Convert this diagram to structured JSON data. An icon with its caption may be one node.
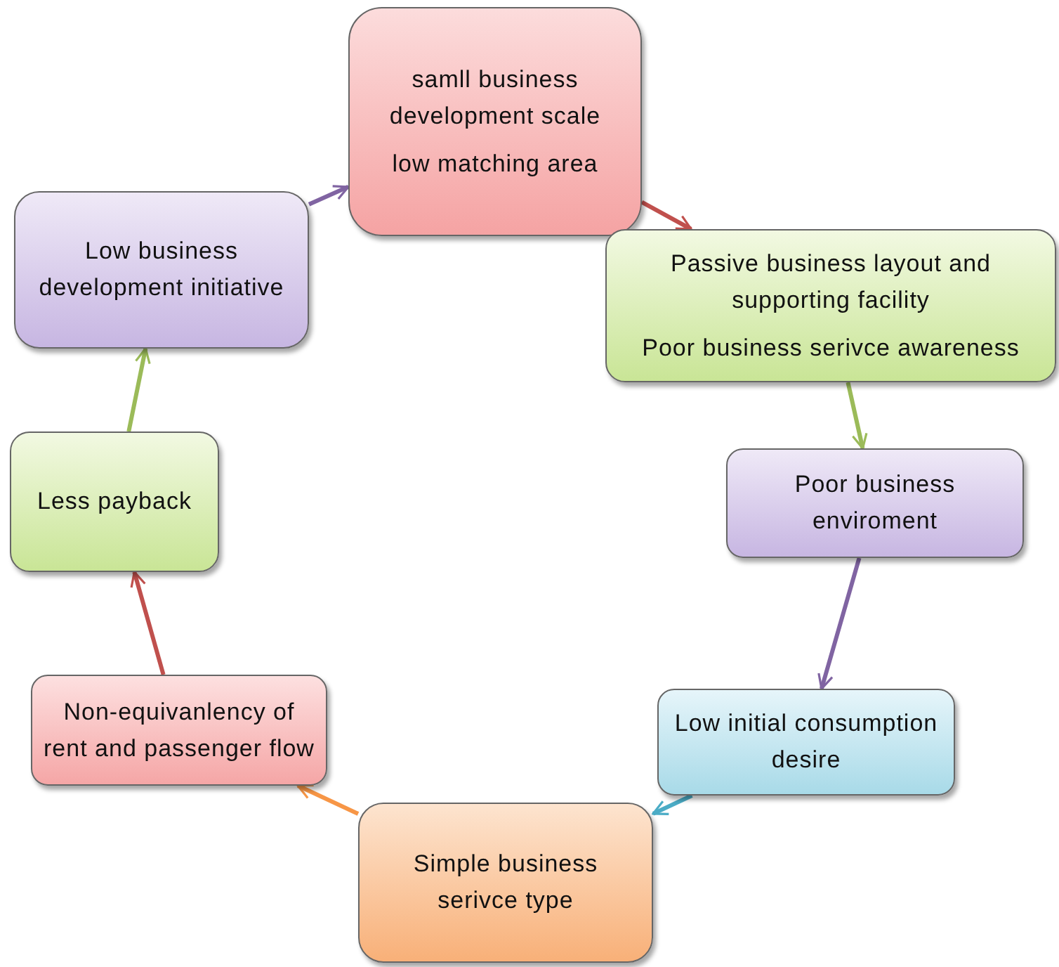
{
  "diagram": {
    "nodes": [
      {
        "text": [
          "samll business development scale",
          "low matching area"
        ]
      },
      {
        "text": [
          "Passive business layout and supporting facility",
          "Poor business serivce awareness"
        ]
      },
      {
        "text": [
          "Poor business enviroment"
        ]
      },
      {
        "text": [
          "Low initial consumption desire"
        ]
      },
      {
        "text": [
          "Simple business serivce type"
        ]
      },
      {
        "text": [
          "Non-equivanlency of rent and passenger flow"
        ]
      },
      {
        "text": [
          "Less payback"
        ]
      },
      {
        "text": [
          "Low business development initiative"
        ]
      }
    ],
    "edges": [
      {
        "from": 0,
        "to": 1,
        "arrow": "to",
        "color": "#c0504d"
      },
      {
        "from": 1,
        "to": 2,
        "arrow": "to",
        "color": "#9bbb59"
      },
      {
        "from": 2,
        "to": 3,
        "arrow": "to",
        "color": "#8064a2"
      },
      {
        "from": 3,
        "to": 4,
        "arrow": "to",
        "color": "#4bacc6"
      },
      {
        "from": 4,
        "to": 5,
        "arrow": "to",
        "color": "#f79646"
      },
      {
        "from": 5,
        "to": 6,
        "arrow": "to",
        "color": "#c0504d"
      },
      {
        "from": 6,
        "to": 7,
        "arrow": "to",
        "color": "#9bbb59"
      },
      {
        "from": 7,
        "to": 0,
        "arrow": "to",
        "color": "#8064a2"
      }
    ]
  }
}
